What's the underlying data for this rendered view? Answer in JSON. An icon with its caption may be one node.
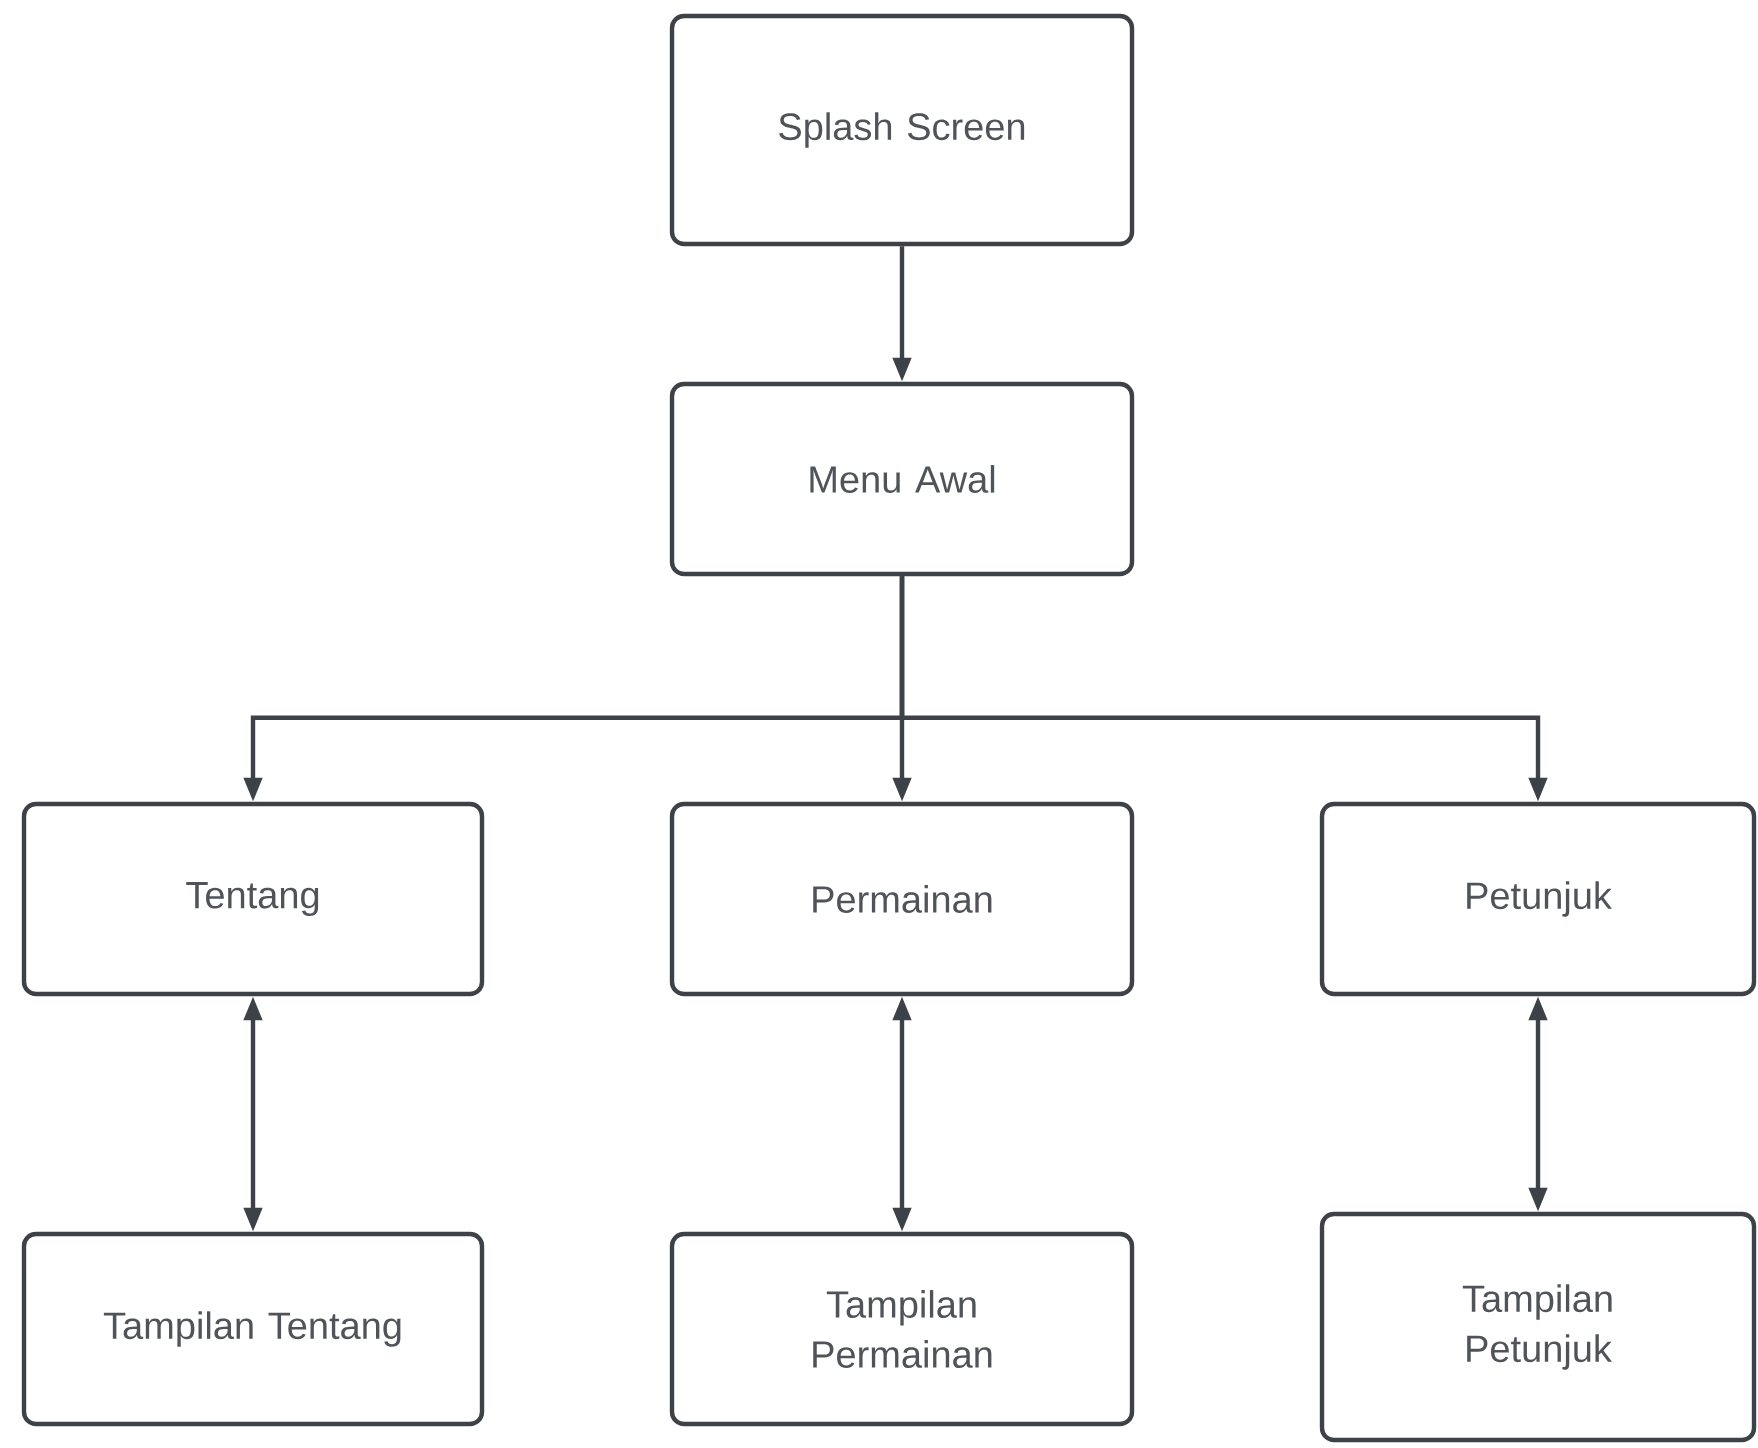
{
  "diagram": {
    "nodes": [
      {
        "text": [
          "Splash Screen"
        ]
      },
      {
        "text": [
          "Menu Awal"
        ]
      },
      {
        "text": [
          "Tentang"
        ]
      },
      {
        "text": [
          "Permainan"
        ]
      },
      {
        "text": [
          "Petunjuk"
        ]
      },
      {
        "text": [
          "Tampilan Tentang"
        ]
      },
      {
        "text": [
          "Tampilan Permainan"
        ]
      },
      {
        "text": [
          "Tampilan Petunjuk"
        ]
      }
    ],
    "edges": [
      {
        "from": 0,
        "to": 1,
        "arrow": "to"
      },
      {
        "from": 1,
        "to": 2,
        "arrow": "to"
      },
      {
        "from": 1,
        "to": 3,
        "arrow": "to"
      },
      {
        "from": 1,
        "to": 4,
        "arrow": "to"
      },
      {
        "from": 2,
        "to": 5,
        "arrow": "both"
      },
      {
        "from": 3,
        "to": 6,
        "arrow": "both"
      },
      {
        "from": 4,
        "to": 7,
        "arrow": "both"
      }
    ]
  }
}
